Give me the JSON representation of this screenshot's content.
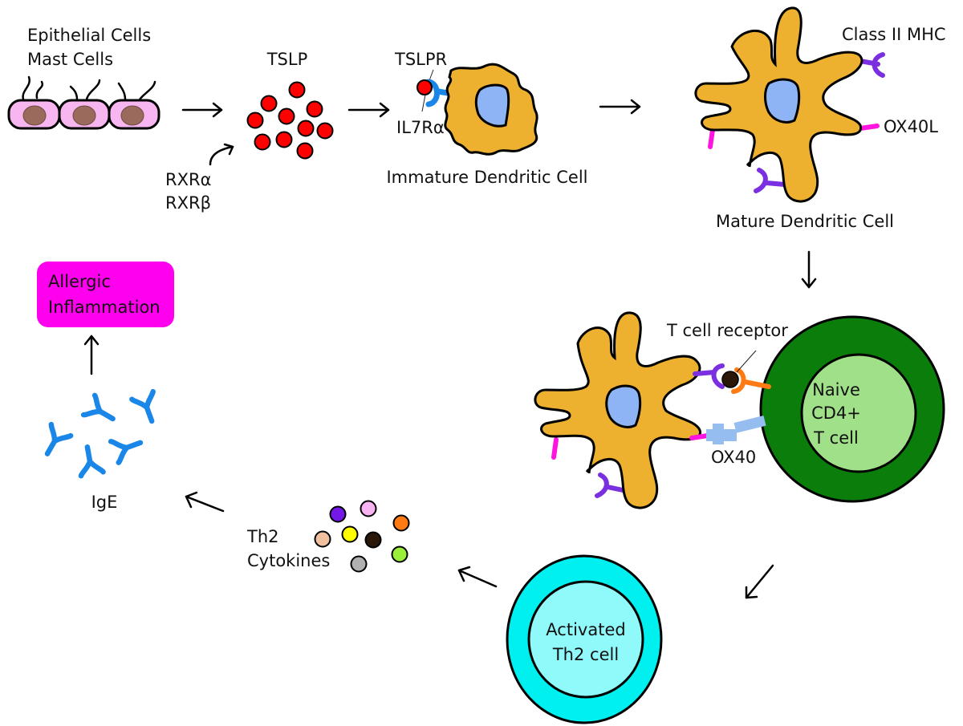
{
  "title": "TSLP-driven allergic inflammation pathway",
  "colors": {
    "epithelial_fill": "#f7b6f0",
    "epithelial_nucleus": "#9a6b5c",
    "tslp": "#ff0000",
    "dendritic_fill": "#edb02f",
    "dendritic_nucleus": "#8fb4f5",
    "tslpr": "#1a86e8",
    "mhc": "#7a2fe0",
    "ox40l": "#ff14e0",
    "tcr": "#ff7a12",
    "antigen": "#2a1708",
    "ox40": "#96bdf0",
    "naive_outer": "#0a7d0a",
    "naive_inner": "#a0e088",
    "th2_outer": "#00f0f0",
    "th2_inner": "#90fafa",
    "ige": "#1a86e8",
    "allergic_box": "#ff00ee",
    "cytokines": [
      "#7418e8",
      "#f8b4f2",
      "#ff7a12",
      "#f0c0a0",
      "#ffff00",
      "#2a1708",
      "#9aef3a",
      "#b0b0b0"
    ]
  },
  "labels": {
    "epithelial_line1": "Epithelial Cells",
    "epithelial_line2": "Mast Cells",
    "tslp": "TSLP",
    "rxr_a": "RXRα",
    "rxr_b": "RXRβ",
    "tslpr": "TSLPR",
    "il7ra": "IL7Rα",
    "immature_dc": "Immature Dendritic Cell",
    "class2_mhc": "Class II MHC",
    "ox40l": "OX40L",
    "mature_dc": "Mature Dendritic Cell",
    "tcr": "T cell receptor",
    "ox40": "OX40",
    "naive_line1": "Naive",
    "naive_line2": "CD4+",
    "naive_line3": "T cell",
    "th2_line1": "Activated",
    "th2_line2": "Th2 cell",
    "cytokines_line1": "Th2",
    "cytokines_line2": "Cytokines",
    "ige": "IgE",
    "allergic_line1": "Allergic",
    "allergic_line2": "Inflammation"
  }
}
